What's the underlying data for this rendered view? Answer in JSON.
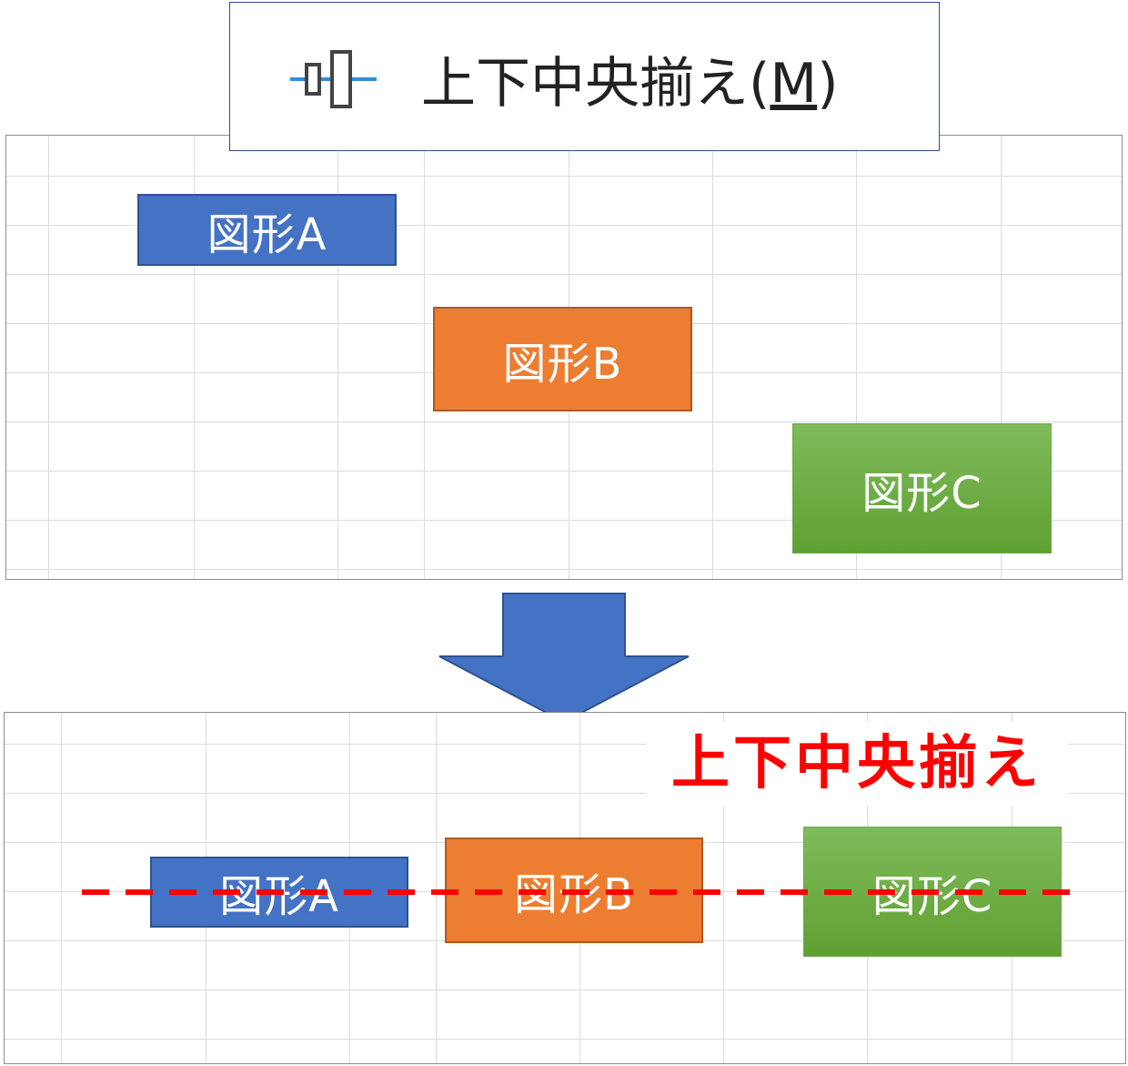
{
  "menu": {
    "icon": "align-middle-icon",
    "label_prefix": "上下中央揃え(",
    "accelerator": "M",
    "label_suffix": ")"
  },
  "before": {
    "shapes": [
      {
        "label": "図形A",
        "color": "#4472c4"
      },
      {
        "label": "図形B",
        "color": "#ed7d31"
      },
      {
        "label": "図形C",
        "color": "#70ad47"
      }
    ]
  },
  "arrow": {
    "icon": "down-arrow-icon",
    "color": "#4472c4"
  },
  "after": {
    "title": "上下中央揃え",
    "title_color": "#ff0000",
    "center_line_color": "#ff0000",
    "shapes": [
      {
        "label": "図形A",
        "color": "#4472c4"
      },
      {
        "label": "図形B",
        "color": "#ed7d31"
      },
      {
        "label": "図形C",
        "color": "#70ad47"
      }
    ]
  }
}
